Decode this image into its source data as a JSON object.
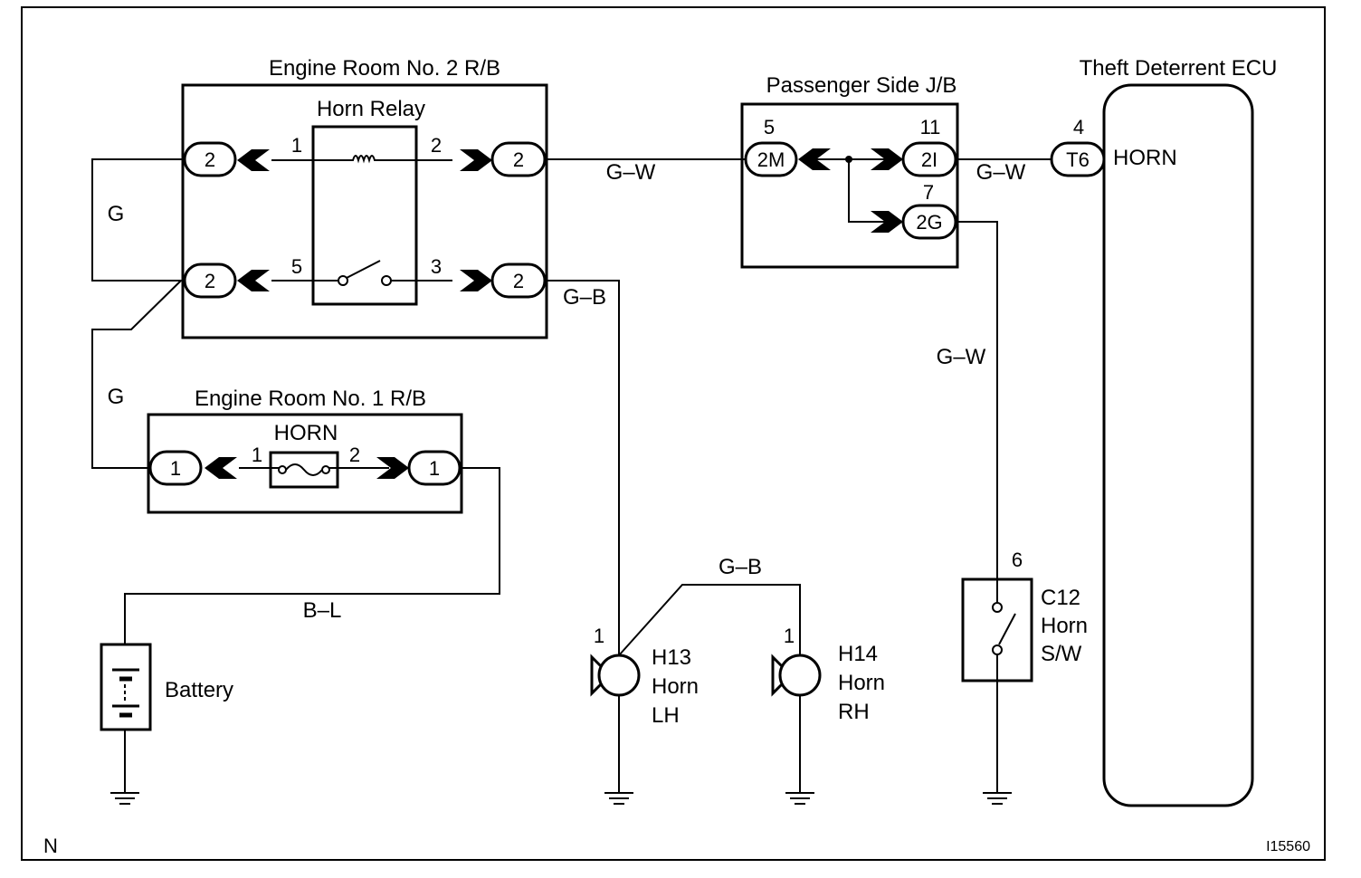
{
  "components": {
    "engine_room_2": "Engine Room No. 2 R/B",
    "horn_relay": "Horn Relay",
    "engine_room_1": "Engine Room No. 1 R/B",
    "horn_fuse": "HORN",
    "passenger_jb": "Passenger Side J/B",
    "theft_ecu": "Theft Deterrent ECU",
    "ecu_terminal": "HORN",
    "battery": "Battery",
    "horn_lh": [
      "H13",
      "Horn",
      "LH"
    ],
    "horn_rh": [
      "H14",
      "Horn",
      "RH"
    ],
    "horn_switch": [
      "C12",
      "Horn",
      "S/W"
    ]
  },
  "connectors": {
    "er2_tl": "2",
    "er2_tr": "2",
    "er2_bl": "2",
    "er2_br": "2",
    "er1_l": "1",
    "er1_r": "1",
    "jb_2m": "2M",
    "jb_2i": "2I",
    "jb_2g": "2G",
    "ecu_t6": "T6"
  },
  "pins": {
    "relay_1": "1",
    "relay_2": "2",
    "relay_5": "5",
    "relay_3": "3",
    "fuse_1": "1",
    "fuse_2": "2",
    "jb_5": "5",
    "jb_11": "11",
    "jb_7": "7",
    "ecu_4": "4",
    "sw_6": "6",
    "lh_1": "1",
    "rh_1": "1"
  },
  "wires": {
    "g_top": "G",
    "g_bottom": "G",
    "gw_relay_jb": "G–W",
    "gw_jb_ecu": "G–W",
    "gw_switch": "G–W",
    "gb_relay": "G–B",
    "gb_horns": "G–B",
    "bl_battery": "B–L"
  },
  "footer": {
    "left": "N",
    "right": "I15560"
  }
}
